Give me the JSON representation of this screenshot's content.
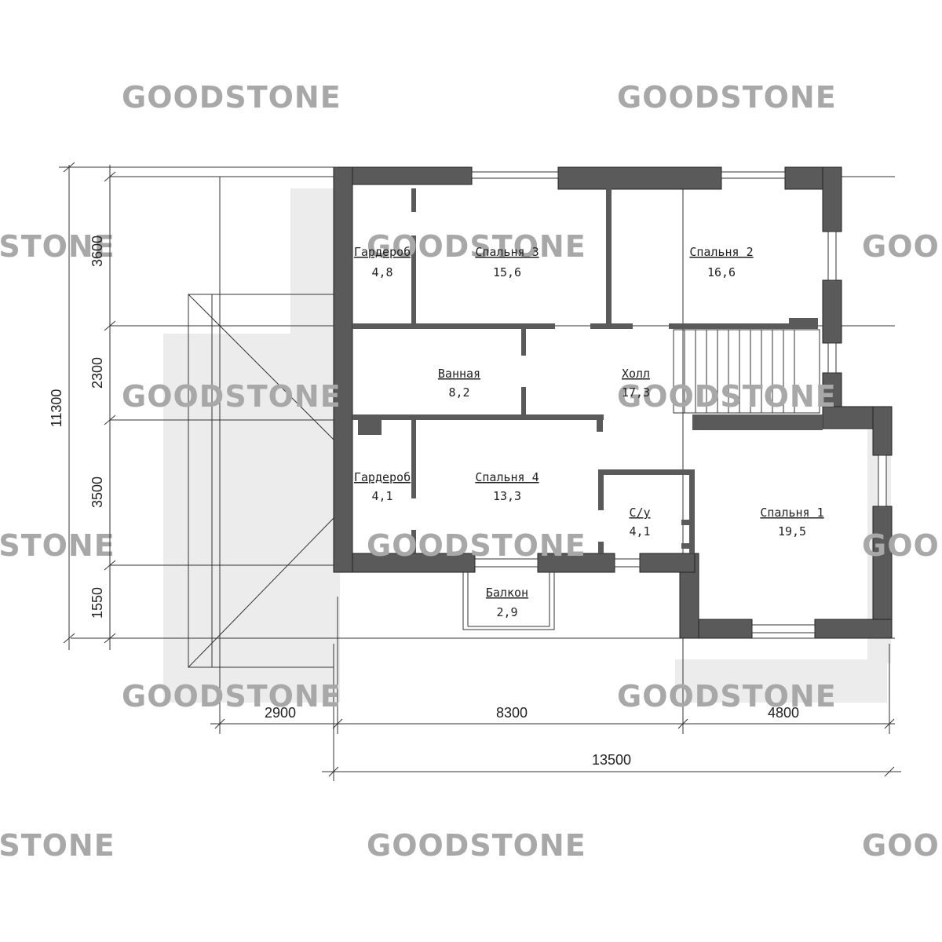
{
  "watermark": "GOODSTONE",
  "rooms": [
    {
      "name": "Гардероб",
      "area": "4,8"
    },
    {
      "name": "Спальня 3",
      "area": "15,6"
    },
    {
      "name": "Спальня 2",
      "area": "16,6"
    },
    {
      "name": "Ванная",
      "area": "8,2"
    },
    {
      "name": "Холл",
      "area": "17,3"
    },
    {
      "name": "Гардероб",
      "area": "4,1"
    },
    {
      "name": "Спальня 4",
      "area": "13,3"
    },
    {
      "name": "С/у",
      "area": "4,1"
    },
    {
      "name": "Спальня 1",
      "area": "19,5"
    },
    {
      "name": "Балкон",
      "area": "2,9"
    }
  ],
  "dimensions": {
    "vertical_total": "11300",
    "vertical": [
      "3600",
      "2300",
      "3500",
      "1550"
    ],
    "horizontal": [
      "2900",
      "8300",
      "4800"
    ],
    "horizontal_total": "13500"
  }
}
